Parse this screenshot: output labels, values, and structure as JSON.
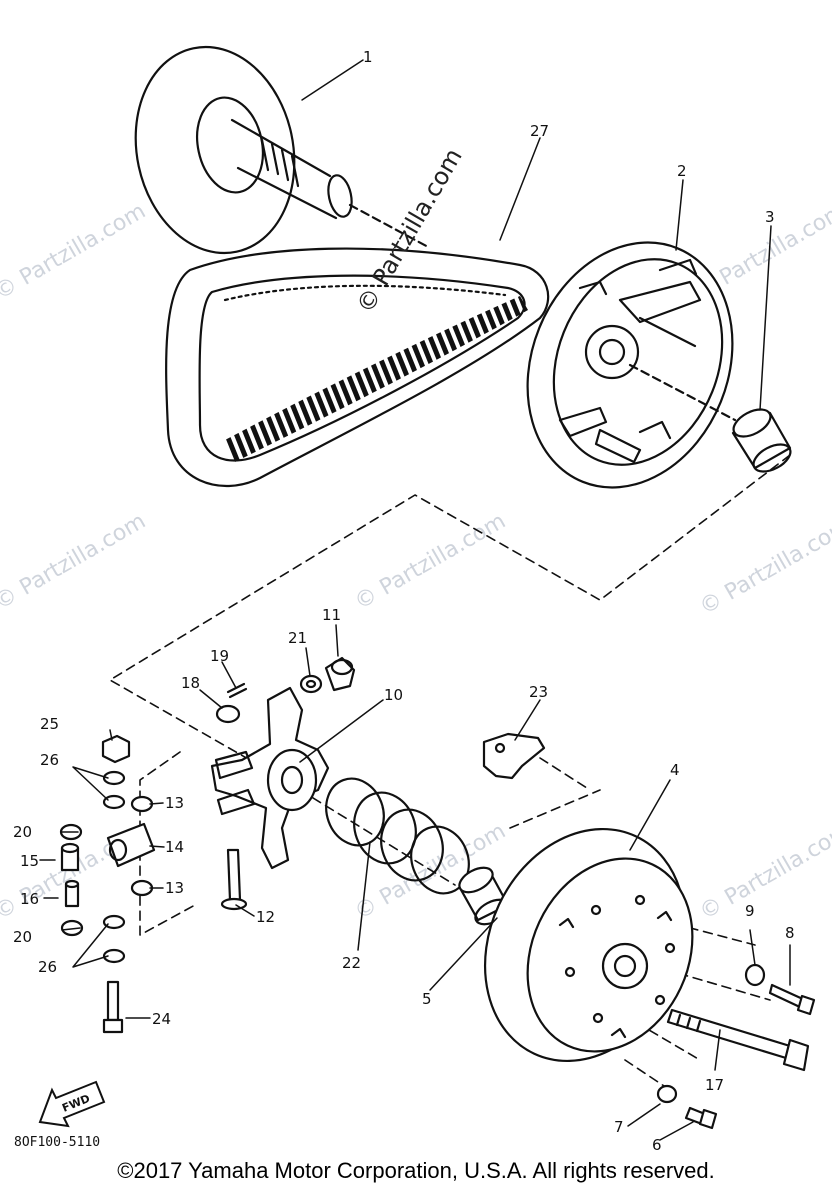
{
  "watermarks": {
    "main": "© Partzilla.com",
    "faint": "© Partzilla.com"
  },
  "callouts": [
    "1",
    "27",
    "2",
    "3",
    "19",
    "21",
    "11",
    "18",
    "10",
    "23",
    "25",
    "26",
    "13",
    "20",
    "14",
    "15",
    "16",
    "20",
    "26",
    "24",
    "12",
    "22",
    "5",
    "4",
    "9",
    "8",
    "17",
    "7",
    "6",
    "13"
  ],
  "fwd_label": "FWD",
  "diagram_code": "8OF100-5110",
  "copyright": "©2017  Yamaha Motor Corporation, U.S.A. All rights reserved."
}
